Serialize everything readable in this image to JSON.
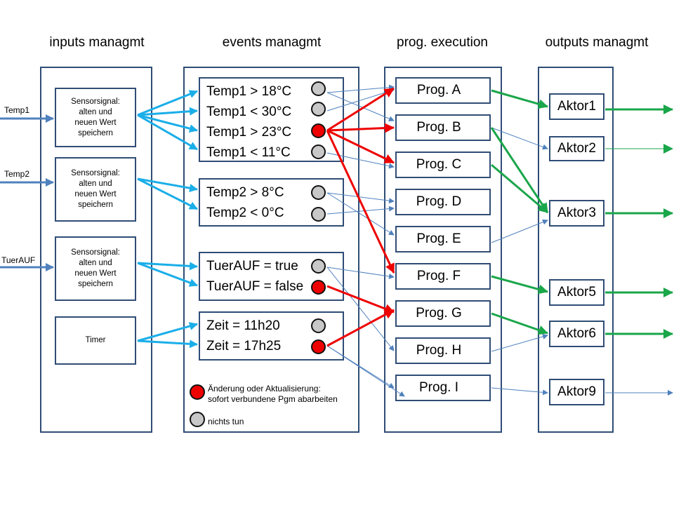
{
  "columns": {
    "inputs": "inputs managmt",
    "events": "events managmt",
    "progs": "prog. execution",
    "outputs": "outputs managmt"
  },
  "inputs": {
    "temp1": "Temp1",
    "temp2": "Temp2",
    "tuer": "TuerAUF"
  },
  "sensor_boxes": {
    "s1": [
      "Sensorsignal:",
      "alten und",
      "neuen Wert",
      "speichern"
    ],
    "s2": [
      "Sensorsignal:",
      "alten und",
      "neuen Wert",
      "speichern"
    ],
    "s3": [
      "Sensorsignal:",
      "alten und",
      "neuen Wert",
      "speichern"
    ],
    "timer": "Timer"
  },
  "events": {
    "temp1": [
      "Temp1 > 18°C",
      "Temp1 < 30°C",
      "Temp1 > 23°C",
      "Temp1 < 11°C"
    ],
    "temp2": [
      "Temp2 > 8°C",
      "Temp2 < 0°C"
    ],
    "tuer": [
      "TuerAUF = true",
      "TuerAUF = false"
    ],
    "zeit": [
      "Zeit = 11h20",
      "Zeit = 17h25"
    ]
  },
  "event_states": {
    "temp1": [
      "none",
      "none",
      "change",
      "none"
    ],
    "temp2": [
      "none",
      "none"
    ],
    "tuer": [
      "none",
      "change"
    ],
    "zeit": [
      "none",
      "change"
    ]
  },
  "programs": [
    "Prog. A",
    "Prog. B",
    "Prog. C",
    "Prog. D",
    "Prog. E",
    "Prog. F",
    "Prog. G",
    "Prog. H",
    "Prog. I"
  ],
  "aktoren": [
    "Aktor1",
    "Aktor2",
    "Aktor3",
    "Aktor5",
    "Aktor6",
    "Aktor9"
  ],
  "legend": {
    "change": [
      "Änderung oder Aktualisierung:",
      "sofort verbundene Pgm abarbeiten"
    ],
    "none": "nichts tun"
  },
  "colors": {
    "border": "#2f4d75",
    "input_arrow": "#4f81bd",
    "sensor_arrow": "#1aaee8",
    "event_link": "#4f81bd",
    "active_link": "#ee0000",
    "output_arrow": "#1aa64a",
    "dot_change": "#ee0000",
    "dot_none": "#c8c8c8"
  }
}
